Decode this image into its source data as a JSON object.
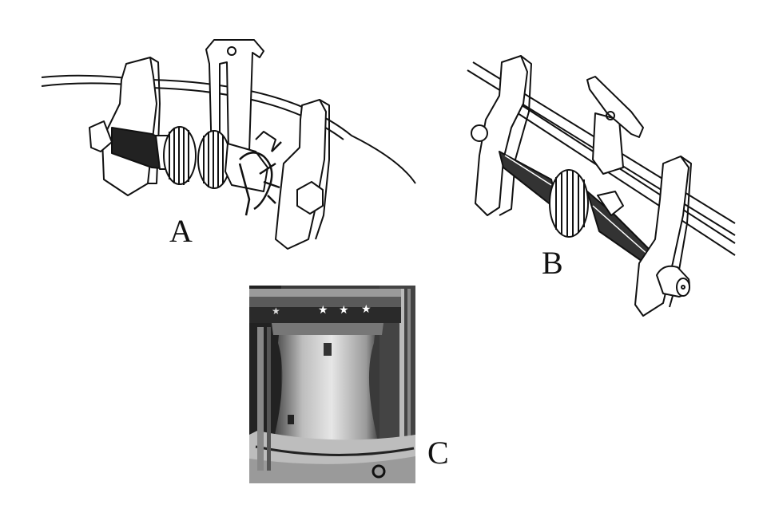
{
  "labels": {
    "a": "A",
    "b": "B",
    "c": "C"
  },
  "colors": {
    "ink": "#111111",
    "wood": "#ffffff",
    "photo_dark": "#1c1c1c",
    "photo_mid": "#7a7a7a",
    "photo_light": "#d8d8d8"
  },
  "icons": {
    "star": "star-icon"
  }
}
